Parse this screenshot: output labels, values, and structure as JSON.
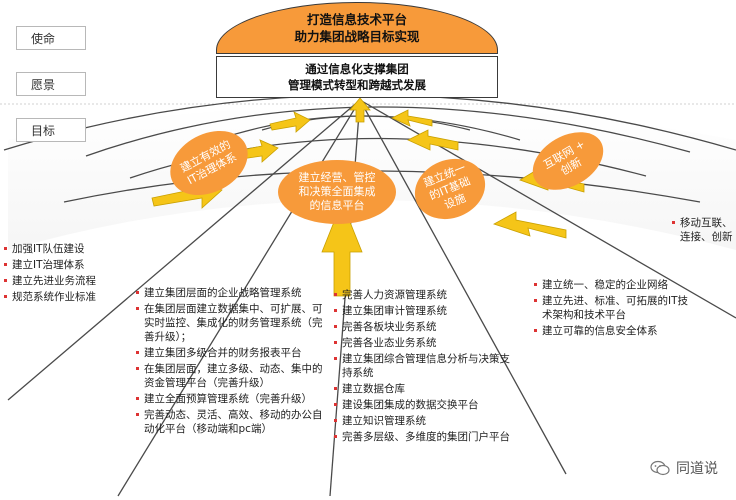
{
  "rows": {
    "mission_label": "使命",
    "vision_label": "愿景",
    "goal_label": "目标"
  },
  "mission": [
    "打造信息技术平台",
    "助力集团战略目标实现"
  ],
  "vision": [
    "通过信息化支撑集团",
    "管理模式转型和跨越式发展"
  ],
  "goals": [
    {
      "lines": [
        "建立有效的",
        "IT治理体系"
      ]
    },
    {
      "lines": [
        "建立经营、管控",
        "和决策全面集成",
        "的信息平台"
      ]
    },
    {
      "lines": [
        "建立统一",
        "的IT基础",
        "设施"
      ]
    },
    {
      "lines": [
        "互联网 +",
        "创新"
      ]
    }
  ],
  "lists": {
    "governance": [
      "加强IT队伍建设",
      "建立IT治理体系",
      "建立先进业务流程",
      "规范系统作业标准"
    ],
    "platform_left": [
      "建立集团层面的企业战略管理系统",
      "在集团层面建立数据集中、可扩展、可实时监控、集成化的财务管理系统（完善升级）；",
      "建立集团多级合并的财务报表平台",
      "在集团层面，建立多级、动态、集中的资金管理平台（完善升级）",
      "建立全面预算管理系统（完善升级）",
      "完善动态、灵活、高效、移动的办公自动化平台（移动端和pc端）"
    ],
    "platform_right": [
      "完善人力资源管理系统",
      "建立集团审计管理系统",
      "完善各板块业务系统",
      "完善各业态业务系统",
      "建立集团综合管理信息分析与决策支持系统",
      "建立数据仓库",
      "建设集团集成的数据交换平台",
      "建立知识管理系统",
      "完善多层级、多维度的集团门户平台"
    ],
    "infrastructure": [
      "建立统一、稳定的企业网络",
      "建立先进、标准、可拓展的IT技术架构和技术平台",
      "建立可靠的信息安全体系"
    ],
    "internet": [
      "移动互联、连接、创新"
    ]
  },
  "watermark": "同道说",
  "colors": {
    "accent": "#f79a3a",
    "arrow": "#f5c518",
    "line": "#4a4a4a"
  }
}
